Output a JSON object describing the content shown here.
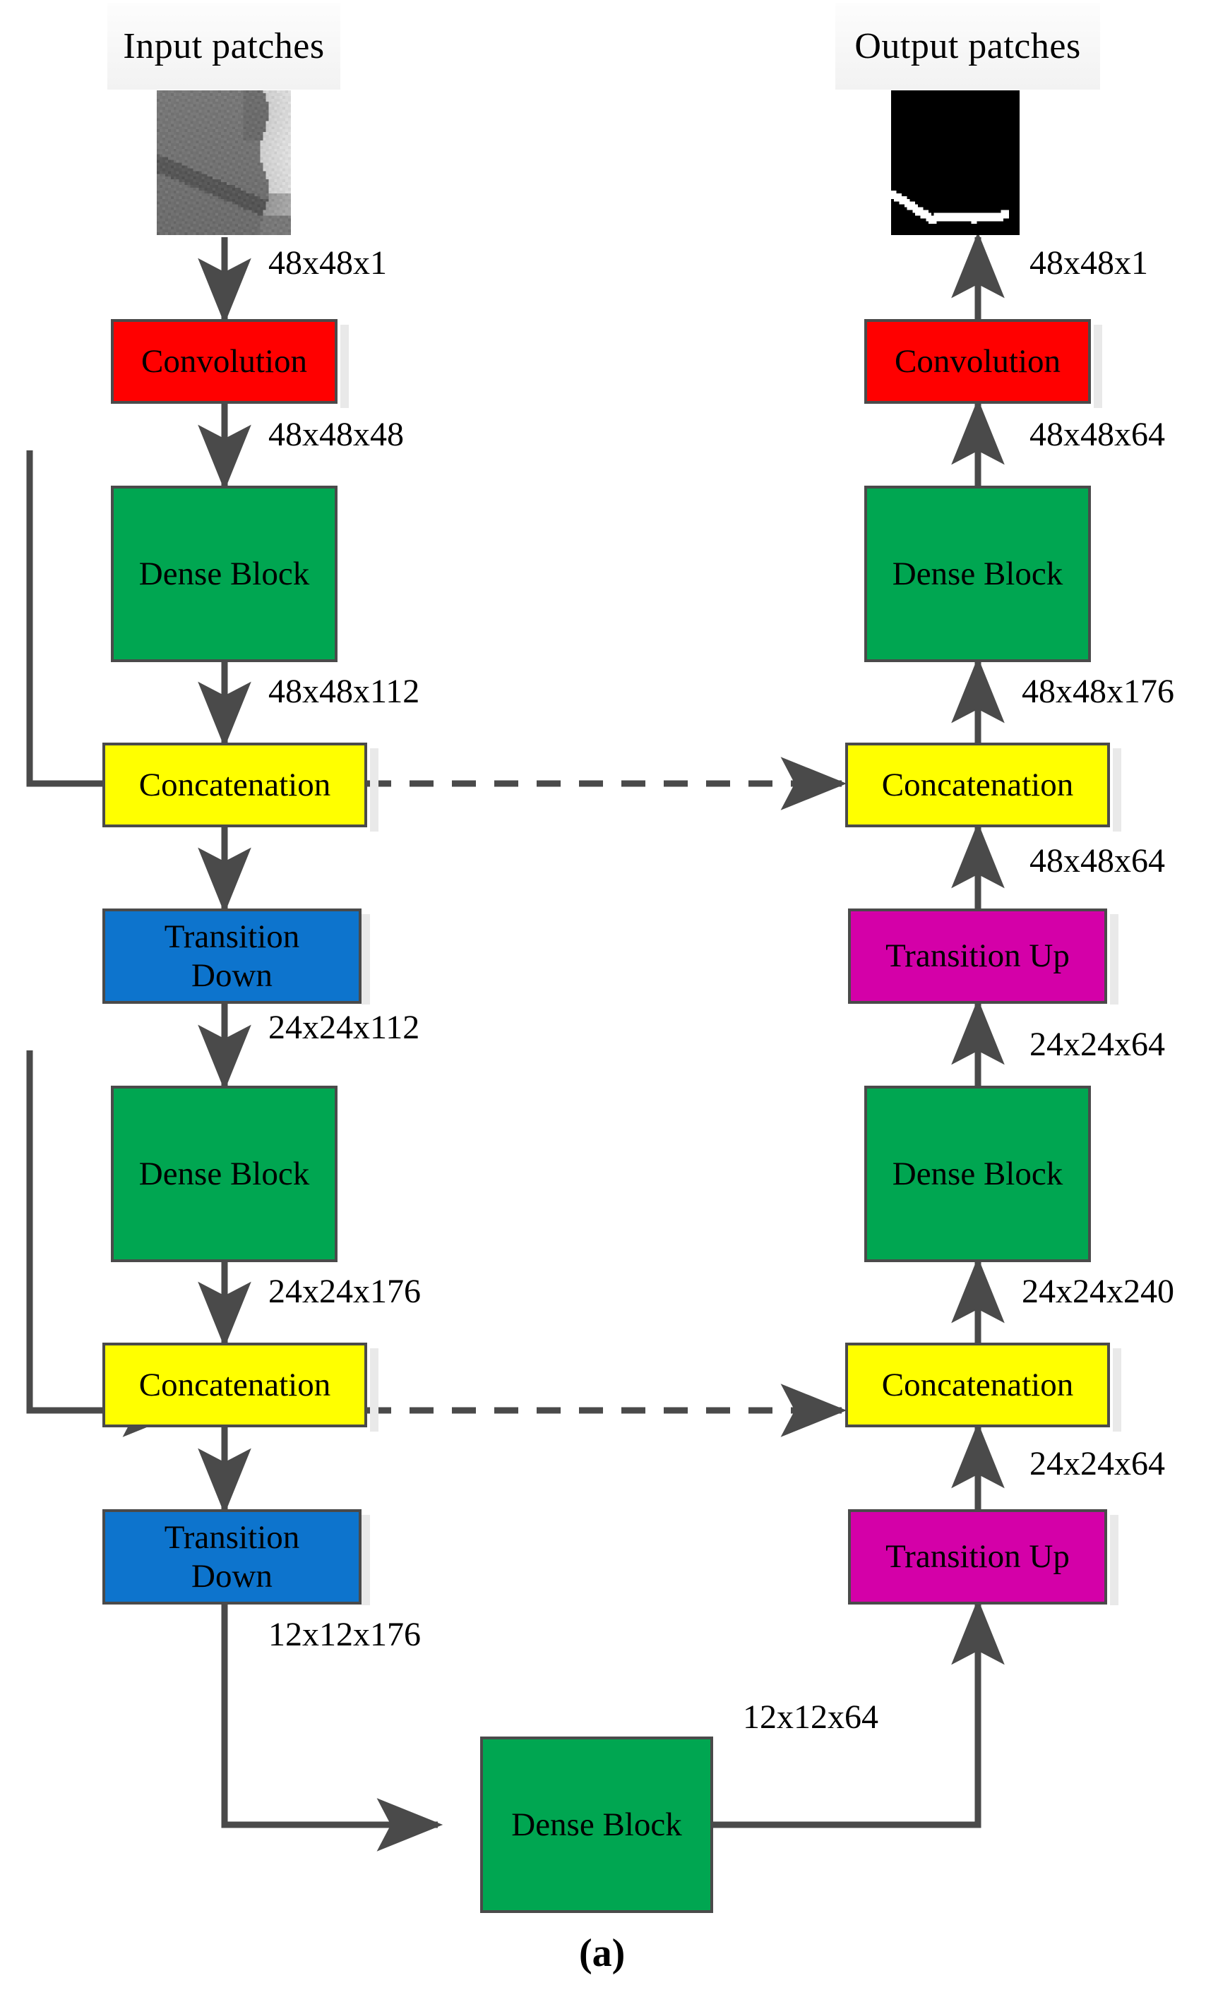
{
  "figure": {
    "caption": "(a)",
    "headers": {
      "input": "Input patches",
      "output": "Output patches"
    },
    "patches": {
      "input_alt": "input-grayscale-ultrasound-patch",
      "output_alt": "output-binary-segmentation-mask-patch"
    }
  },
  "colors": {
    "convolution": "#ff0000",
    "dense_block": "#00a651",
    "concatenation": "#ffff00",
    "transition_down": "#0d74cd",
    "transition_up": "#d400a8",
    "edge": "#4a4a4a",
    "background": "#ffffff"
  },
  "encoder": {
    "blocks": [
      {
        "id": "enc-conv",
        "label": "Convolution",
        "type": "convolution"
      },
      {
        "id": "enc-db1",
        "label": "Dense Block",
        "type": "dense_block"
      },
      {
        "id": "enc-cat1",
        "label": "Concatenation",
        "type": "concatenation"
      },
      {
        "id": "enc-td1",
        "label": "Transition",
        "label2": "Down",
        "type": "transition_down"
      },
      {
        "id": "enc-db2",
        "label": "Dense Block",
        "type": "dense_block"
      },
      {
        "id": "enc-cat2",
        "label": "Concatenation",
        "type": "concatenation"
      },
      {
        "id": "enc-td2",
        "label": "Transition",
        "label2": "Down",
        "type": "transition_down"
      }
    ],
    "edge_labels": [
      "48x48x1",
      "48x48x48",
      "48x48x112",
      "24x24x112",
      "24x24x176",
      "12x12x176"
    ]
  },
  "bottleneck": {
    "block": {
      "id": "bot-db",
      "label": "Dense Block",
      "type": "dense_block"
    },
    "edge_label": "12x12x64"
  },
  "decoder": {
    "blocks": [
      {
        "id": "dec-conv",
        "label": "Convolution",
        "type": "convolution"
      },
      {
        "id": "dec-db1",
        "label": "Dense Block",
        "type": "dense_block"
      },
      {
        "id": "dec-cat1",
        "label": "Concatenation",
        "type": "concatenation"
      },
      {
        "id": "dec-tu1",
        "label": "Transition Up",
        "type": "transition_up"
      },
      {
        "id": "dec-db2",
        "label": "Dense Block",
        "type": "dense_block"
      },
      {
        "id": "dec-cat2",
        "label": "Concatenation",
        "type": "concatenation"
      },
      {
        "id": "dec-tu2",
        "label": "Transition Up",
        "type": "transition_up"
      }
    ],
    "edge_labels": [
      "48x48x1",
      "48x48x64",
      "48x48x176",
      "48x48x64",
      "24x24x64",
      "24x24x240",
      "24x24x64"
    ]
  }
}
